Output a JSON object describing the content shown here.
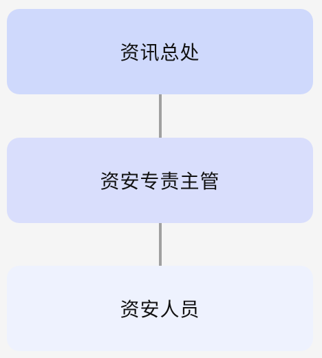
{
  "org_chart": {
    "nodes": [
      {
        "label": "资讯总处",
        "color": "#cfd9fc"
      },
      {
        "label": "资安专责主管",
        "color": "#d9defc"
      },
      {
        "label": "资安人员",
        "color": "#eef2fe"
      }
    ],
    "connector_color": "#a0a0a0",
    "background": "#f5f5f5"
  }
}
